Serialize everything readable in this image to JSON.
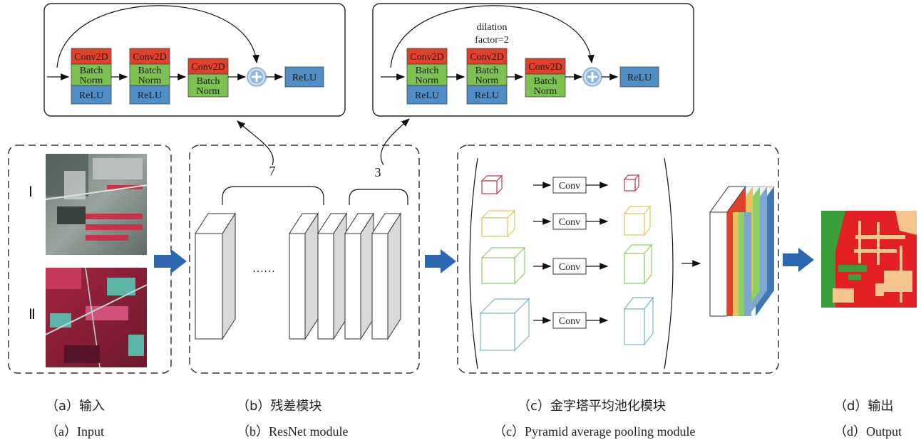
{
  "colors": {
    "conv2d": "#e0412d",
    "batchnorm": "#7dc152",
    "relu": "#4f8ec7",
    "plus": "#8db6dd",
    "arrow": "#2e67b1",
    "pool_red": "#d0374a",
    "pool_yellow": "#e8c15c",
    "pool_green": "#8ccf62",
    "pool_blue": "#7ab0de"
  },
  "top_left_block": {
    "units": [
      {
        "conv": "Conv2D",
        "bn1": "Batch",
        "bn2": "Norm",
        "relu": "ReLU"
      },
      {
        "conv": "Conv2D",
        "bn1": "Batch",
        "bn2": "Norm",
        "relu": "ReLU"
      },
      {
        "conv": "Conv2D",
        "bn1": "Batch",
        "bn2": "Norm"
      }
    ],
    "out_relu": "ReLU",
    "plus_icon": "plus-circle-icon"
  },
  "top_right_block": {
    "dilation_line1": "dilation",
    "dilation_line2": "factor=2",
    "units": [
      {
        "conv": "Conv2D",
        "bn1": "Batch",
        "bn2": "Norm",
        "relu": "ReLU"
      },
      {
        "conv": "Conv2D",
        "bn1": "Batch",
        "bn2": "Norm",
        "relu": "ReLU"
      },
      {
        "conv": "Conv2D",
        "bn1": "Batch",
        "bn2": "Norm"
      }
    ],
    "out_relu": "ReLU",
    "plus_icon": "plus-circle-icon"
  },
  "input_panel": {
    "label_i": "Ⅰ",
    "label_ii": "Ⅱ"
  },
  "resnet_panel": {
    "count_left": "7",
    "count_right": "3",
    "dots": "……"
  },
  "pooling_panel": {
    "conv_labels": [
      "Conv",
      "Conv",
      "Conv",
      "Conv"
    ]
  },
  "captions": {
    "a_cn": "（a）输入",
    "a_en": "（a）Input",
    "b_cn": "（b）残差模块",
    "b_en": "（b）ResNet module",
    "c_cn": "（c）金字塔平均池化模块",
    "c_en": "（c）Pyramid average pooling module",
    "d_cn": "（d）输出",
    "d_en": "（d）Output"
  }
}
